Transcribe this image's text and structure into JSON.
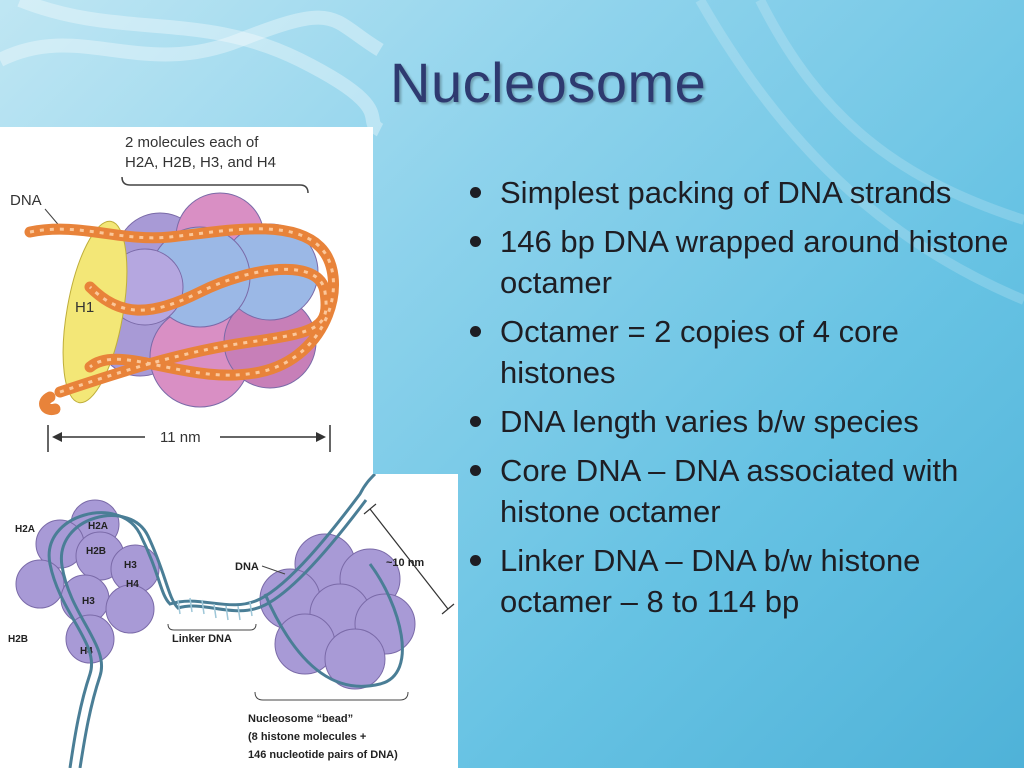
{
  "slide": {
    "title": "Nucleosome",
    "bullets": [
      " Simplest packing of DNA strands",
      "146 bp DNA wrapped around histone octamer",
      "Octamer = 2 copies of 4 core histones",
      "DNA length varies b/w species",
      "Core DNA – DNA associated with histone octamer",
      "Linker DNA – DNA b/w histone octamer – 8 to 114 bp"
    ]
  },
  "figure_top": {
    "heading_line1": "2 molecules each of",
    "heading_line2": "H2A, H2B, H3, and H4",
    "dna_label": "DNA",
    "h1_label": "H1",
    "scale_label": "11 nm"
  },
  "figure_bottom": {
    "labels": {
      "h2a_left": "H2A",
      "h2a": "H2A",
      "h2b": "H2B",
      "h3a": "H3",
      "h4a": "H4",
      "h3b": "H3",
      "h2b_left": "H2B",
      "h4b": "H4",
      "dna": "DNA",
      "linker_dna": "Linker DNA",
      "scale": "~10 nm"
    },
    "caption_line1": "Nucleosome “bead”",
    "caption_line2": "(8 histone molecules +",
    "caption_line3": "146 nucleotide pairs of DNA)"
  },
  "colors": {
    "title": "#2e3a70",
    "histone_purple": "#a89ad6",
    "histone_blue": "#9bb8e6",
    "histone_pink": "#d98fc4",
    "dna_orange": "#e8833a",
    "h1_yellow": "#f3e777",
    "dna_teal": "#4a7e96"
  }
}
